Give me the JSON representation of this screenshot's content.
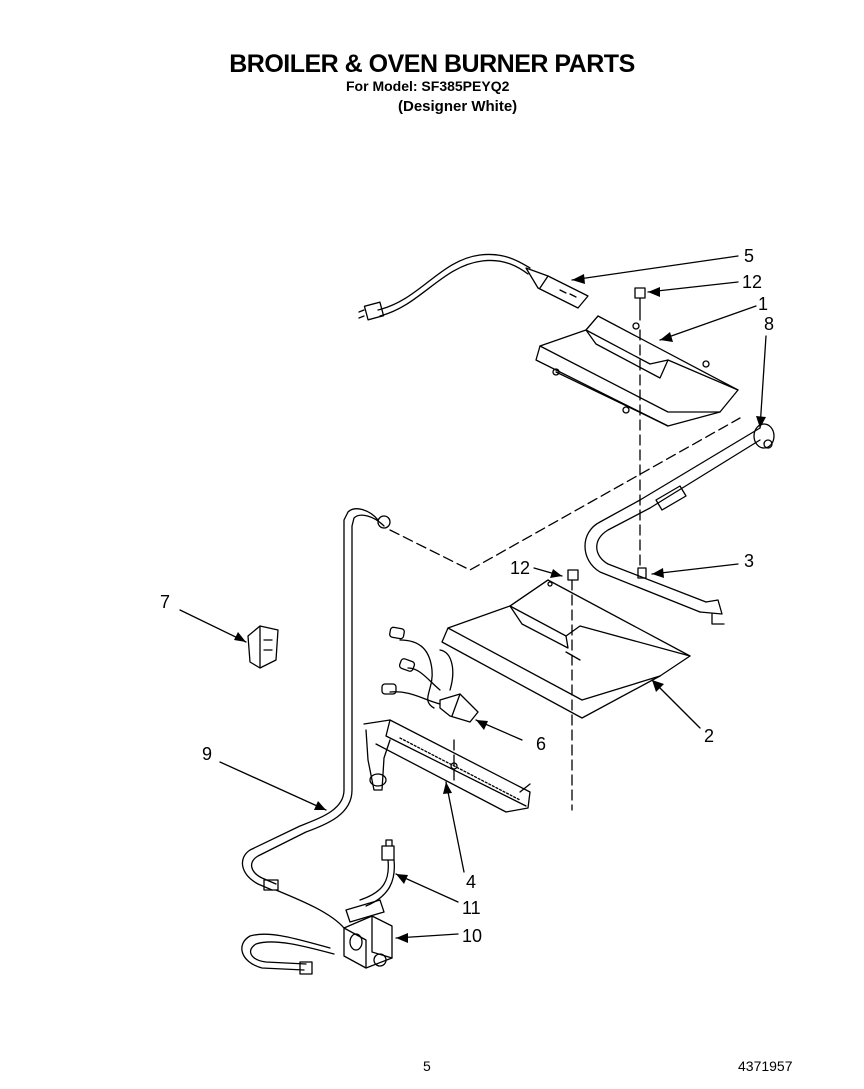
{
  "header": {
    "title": "BROILER & OVEN BURNER PARTS",
    "model_line": "For Model: SF385PEYQ2",
    "variant": "(Designer White)"
  },
  "callouts": [
    "5",
    "12",
    "1",
    "8",
    "3",
    "12",
    "7",
    "6",
    "2",
    "9",
    "4",
    "11",
    "10"
  ],
  "footer": {
    "page_number": "5",
    "doc_number": "4371957"
  }
}
